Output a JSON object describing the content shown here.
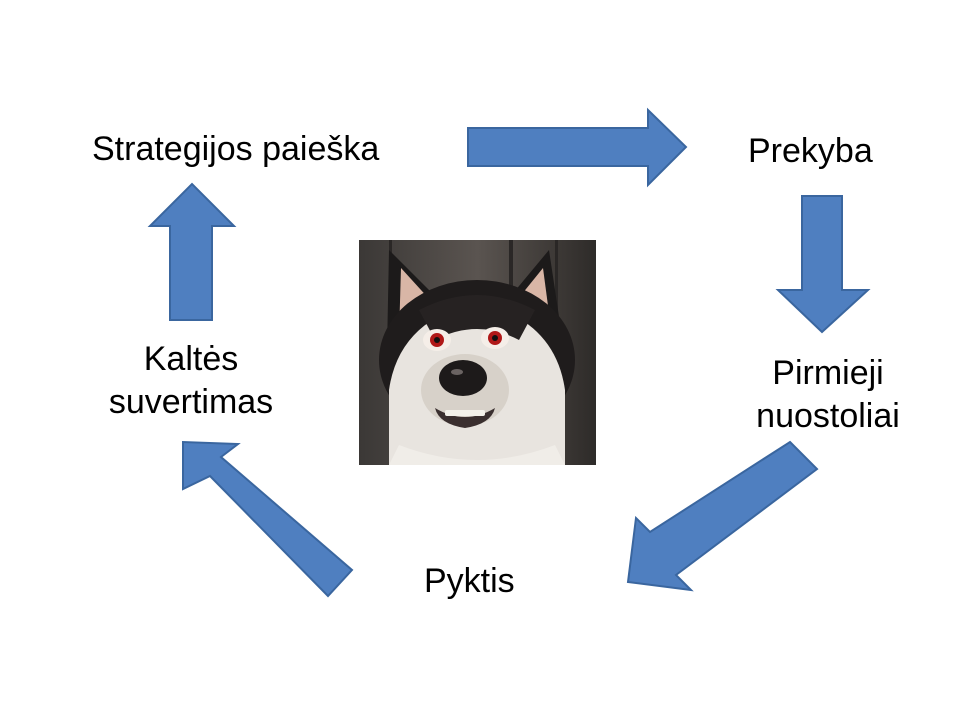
{
  "cycle": {
    "strategy": "Strategijos paieška",
    "trade": "Prekyba",
    "losses": [
      "Pirmieji",
      "nuostoliai"
    ],
    "anger": "Pyktis",
    "blame": [
      "Kaltės",
      "suvertimas"
    ]
  },
  "colors": {
    "arrow_fill": "#4f7fc0",
    "arrow_stroke": "#3a669f",
    "text": "#000000"
  },
  "center_image": {
    "description": "surprised-husky-face"
  }
}
